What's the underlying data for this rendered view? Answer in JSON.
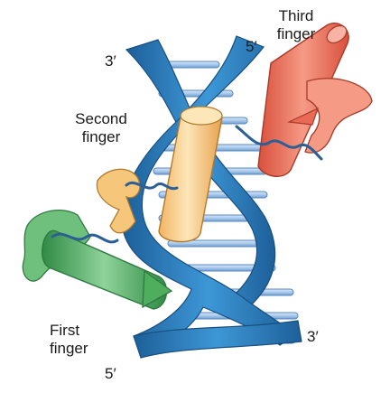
{
  "figure": {
    "labels": {
      "third_finger": [
        "Third",
        "finger"
      ],
      "second_finger": [
        "Second",
        "finger"
      ],
      "first_finger": [
        "First",
        "finger"
      ],
      "end_5_top": "5′",
      "end_3_top": "3′",
      "end_3_right": "3′",
      "end_5_bottom": "5′"
    },
    "colors": {
      "dna_backbone": "#2f86c8",
      "dna_backbone_dark": "#1d5f99",
      "base_pair": "#a9c9ec",
      "base_pair_edge": "#5b88c0",
      "third_finger": "#ea6b55",
      "second_finger": "#f6c77a",
      "first_finger": "#4fae5e",
      "zinc_loop": "#2c5f95"
    }
  }
}
